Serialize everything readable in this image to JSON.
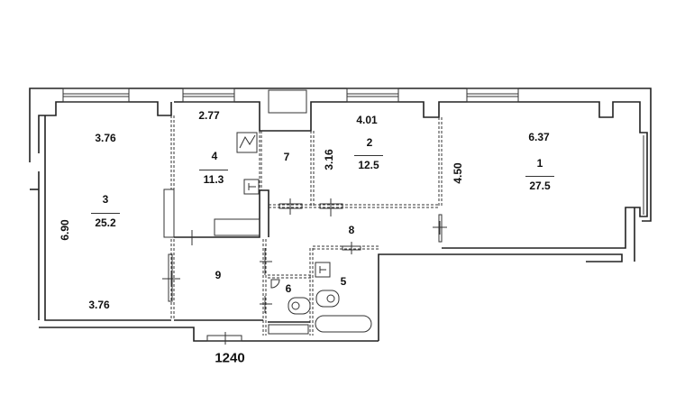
{
  "rooms": [
    {
      "number": "1",
      "area": "27.5",
      "dims": [
        "6.37",
        "4.50"
      ]
    },
    {
      "number": "2",
      "area": "12.5",
      "dims": [
        "4.01",
        "3.16"
      ]
    },
    {
      "number": "3",
      "area": "25.2",
      "dims": [
        "3.76",
        "6.90",
        "3.76"
      ]
    },
    {
      "number": "4",
      "area": "11.3",
      "dims": [
        "2.77"
      ]
    },
    {
      "number": "5"
    },
    {
      "number": "6"
    },
    {
      "number": "7"
    },
    {
      "number": "8"
    },
    {
      "number": "9"
    }
  ],
  "dimension_label": "1240"
}
